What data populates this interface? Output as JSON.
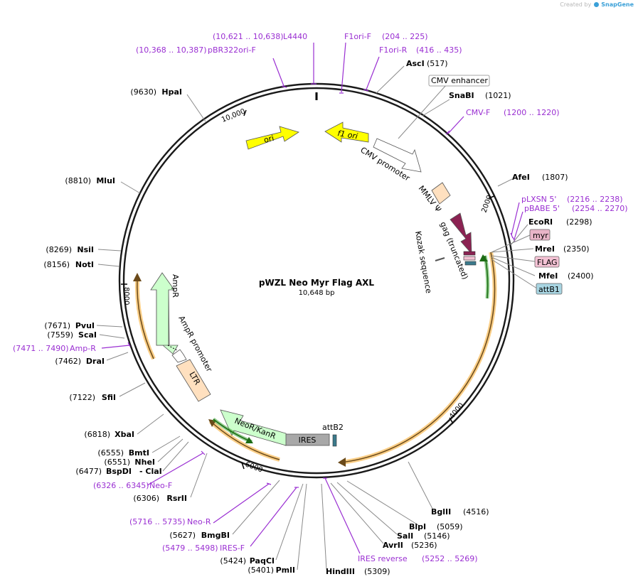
{
  "watermark": {
    "prefix": "Created by",
    "brand": "SnapGene"
  },
  "plasmid": {
    "name": "pWZL Neo Myr Flag AXL",
    "size": "10,648 bp"
  },
  "ticks": [
    {
      "label": "2000"
    },
    {
      "label": "4000"
    },
    {
      "label": "6000"
    },
    {
      "label": "8000"
    },
    {
      "label": "10,000"
    }
  ],
  "sites": [
    {
      "name": "AscI",
      "pos": "(517)"
    },
    {
      "name": "SnaBI",
      "pos": "(1021)"
    },
    {
      "name": "AfeI",
      "pos": "(1807)"
    },
    {
      "name": "EcoRI",
      "pos": "(2298)"
    },
    {
      "name": "MreI",
      "pos": "(2350)"
    },
    {
      "name": "MfeI",
      "pos": "(2400)"
    },
    {
      "name": "BglII",
      "pos": "(4516)"
    },
    {
      "name": "BlpI",
      "pos": "(5059)"
    },
    {
      "name": "SalI",
      "pos": "(5146)"
    },
    {
      "name": "AvrII",
      "pos": "(5236)"
    },
    {
      "name": "HindIII",
      "pos": "(5309)"
    },
    {
      "name": "PmlI",
      "pos": "(5401)"
    },
    {
      "name": "PaqCI",
      "pos": "(5424)"
    },
    {
      "name": "BmgBI",
      "pos": "(5627)"
    },
    {
      "name": "RsrII",
      "pos": "(6306)"
    },
    {
      "name": "BspDI",
      "pos": "(6477)"
    },
    {
      "name": "NheI",
      "pos": "(6551)"
    },
    {
      "name": "BmtI",
      "pos": "(6555)"
    },
    {
      "name": "XbaI",
      "pos": "(6818)"
    },
    {
      "name": "SfiI",
      "pos": "(7122)"
    },
    {
      "name": "DraI",
      "pos": "(7462)"
    },
    {
      "name": "ScaI",
      "pos": "(7559)"
    },
    {
      "name": "PvuI",
      "pos": "(7671)"
    },
    {
      "name": "NotI",
      "pos": "(8156)"
    },
    {
      "name": "NsiI",
      "pos": "(8269)"
    },
    {
      "name": "MluI",
      "pos": "(8810)"
    },
    {
      "name": "HpaI",
      "pos": "(9630)"
    }
  ],
  "site_extra": {
    "clai": "- ClaI"
  },
  "primers": [
    {
      "name": "L4440",
      "range": "(10,621 .. 10,638)"
    },
    {
      "name": "pBR322ori-F",
      "range": "(10,368 .. 10,387)"
    },
    {
      "name": "F1ori-F",
      "range": "(204 .. 225)"
    },
    {
      "name": "F1ori-R",
      "range": "(416 .. 435)"
    },
    {
      "name": "CMV-F",
      "range": "(1200 .. 1220)"
    },
    {
      "name": "pLXSN 5'",
      "range": "(2216 .. 2238)"
    },
    {
      "name": "pBABE 5'",
      "range": "(2254 .. 2270)"
    },
    {
      "name": "IRES reverse",
      "range": "(5252 .. 5269)"
    },
    {
      "name": "IRES-F",
      "range": "(5479 .. 5498)"
    },
    {
      "name": "Neo-R",
      "range": "(5716 .. 5735)"
    },
    {
      "name": "Neo-F",
      "range": "(6326 .. 6345)"
    },
    {
      "name": "Amp-R",
      "range": "(7471 .. 7490)"
    }
  ],
  "features": {
    "ori": "ori",
    "f1_ori": "f1 ori",
    "cmv_promoter": "CMV promoter",
    "mmlv_psi": "MMLV Ψ",
    "gag": "gag (truncated)",
    "kozak": "Kozak sequence",
    "ires": "IRES",
    "attb2": "attB2",
    "neor": "NeoR/KanR",
    "ampr": "AmpR",
    "ampr_promoter": "AmpR promoter",
    "ltr": "LTR"
  },
  "boxes": {
    "cmv_enhancer": "CMV enhancer",
    "myr": "myr",
    "flag": "FLAG",
    "attb1": "attB1"
  },
  "colors": {
    "backbone": "#1a1a1a",
    "primer": "#9a2fd2",
    "ori": "#ffff00",
    "promoter": "#ffffff",
    "ltr": "#ffe0bf",
    "gag": "#8b2252",
    "ampr": "#ccffcc",
    "ires": "#a8a8a8",
    "orf_orange": "#f5a623",
    "orf_green": "#2a9d20",
    "myr_box": "#e8b4c8",
    "flag_box": "#f4c2d4",
    "attb1_box": "#a8d5e2"
  }
}
